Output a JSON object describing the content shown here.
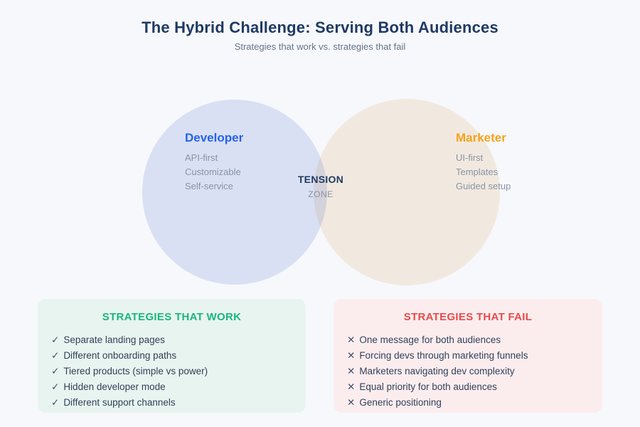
{
  "page": {
    "title": "The Hybrid Challenge: Serving Both Audiences",
    "subtitle": "Strategies that work vs. strategies that fail"
  },
  "colors": {
    "background": "#f7f8fb",
    "title_navy": "#1f3a63",
    "subtitle_gray": "#64748b",
    "developer_circle": "#e0e7f8",
    "marketer_circle": "#f9f0e4",
    "developer_label": "#2563eb",
    "marketer_label": "#f6a31c",
    "venn_item_gray": "#8a94a6",
    "work_box_bg": "#e8f4ef",
    "work_title_green": "#19b87c",
    "fail_box_bg": "#fbedee",
    "fail_title_red": "#e94a4a",
    "list_text": "#33415a"
  },
  "venn": {
    "developer": {
      "label": "Developer",
      "items": [
        "API-first",
        "Customizable",
        "Self-service"
      ]
    },
    "marketer": {
      "label": "Marketer",
      "items": [
        "UI-first",
        "Templates",
        "Guided setup"
      ]
    },
    "tension": {
      "line1": "TENSION",
      "line2": "ZONE"
    }
  },
  "work_box": {
    "title": "STRATEGIES THAT WORK",
    "icon": "✓",
    "items": [
      "Separate landing pages",
      "Different onboarding paths",
      "Tiered products (simple vs power)",
      "Hidden developer mode",
      "Different support channels"
    ]
  },
  "fail_box": {
    "title": "STRATEGIES THAT FAIL",
    "icon": "✕",
    "items": [
      "One message for both audiences",
      "Forcing devs through marketing funnels",
      "Marketers navigating dev complexity",
      "Equal priority for both audiences",
      "Generic positioning"
    ]
  }
}
